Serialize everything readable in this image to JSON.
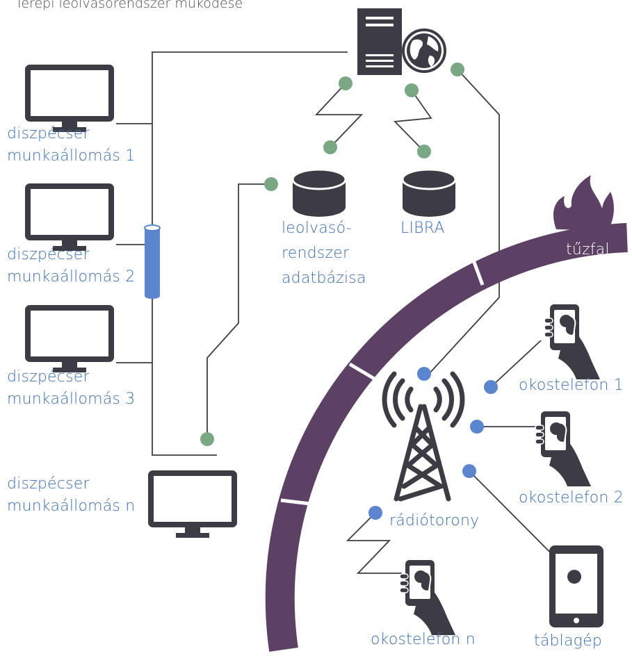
{
  "title": "Terepi leolvasórendszer működése",
  "colors": {
    "ink": "#3d3c44",
    "label": "#3b6fb3",
    "green": "#7aa784",
    "blue": "#5b86cf",
    "firewall": "#5c4164",
    "cylinder": "#5b86cf",
    "line": "#3d3c44"
  },
  "workstations": [
    {
      "line1": "diszpécser",
      "line2": "munkaállomás 1"
    },
    {
      "line1": "diszpécser",
      "line2": "munkaállomás 2"
    },
    {
      "line1": "diszpécser",
      "line2": "munkaállomás 3"
    },
    {
      "line1": "diszpécser",
      "line2": "munkaállomás n"
    }
  ],
  "databases": {
    "reader": {
      "line1": "leolvasó-",
      "line2": "rendszer",
      "line3": "adatbázisa"
    },
    "libra": {
      "label": "LIBRA"
    }
  },
  "firewall": {
    "label": "tűzfal"
  },
  "tower": {
    "label": "rádiótorony"
  },
  "devices": {
    "phone1": "okostelefon 1",
    "phone2": "okostelefon 2",
    "phonen": "okostelefon n",
    "tablet": "táblagép"
  },
  "icons": {
    "server": "server-icon",
    "globe": "globe-icon",
    "monitor": "monitor-icon",
    "database": "database-icon",
    "fire": "fire-icon",
    "tower": "radio-tower-icon",
    "phone": "hand-phone-icon",
    "tablet": "tablet-icon"
  }
}
